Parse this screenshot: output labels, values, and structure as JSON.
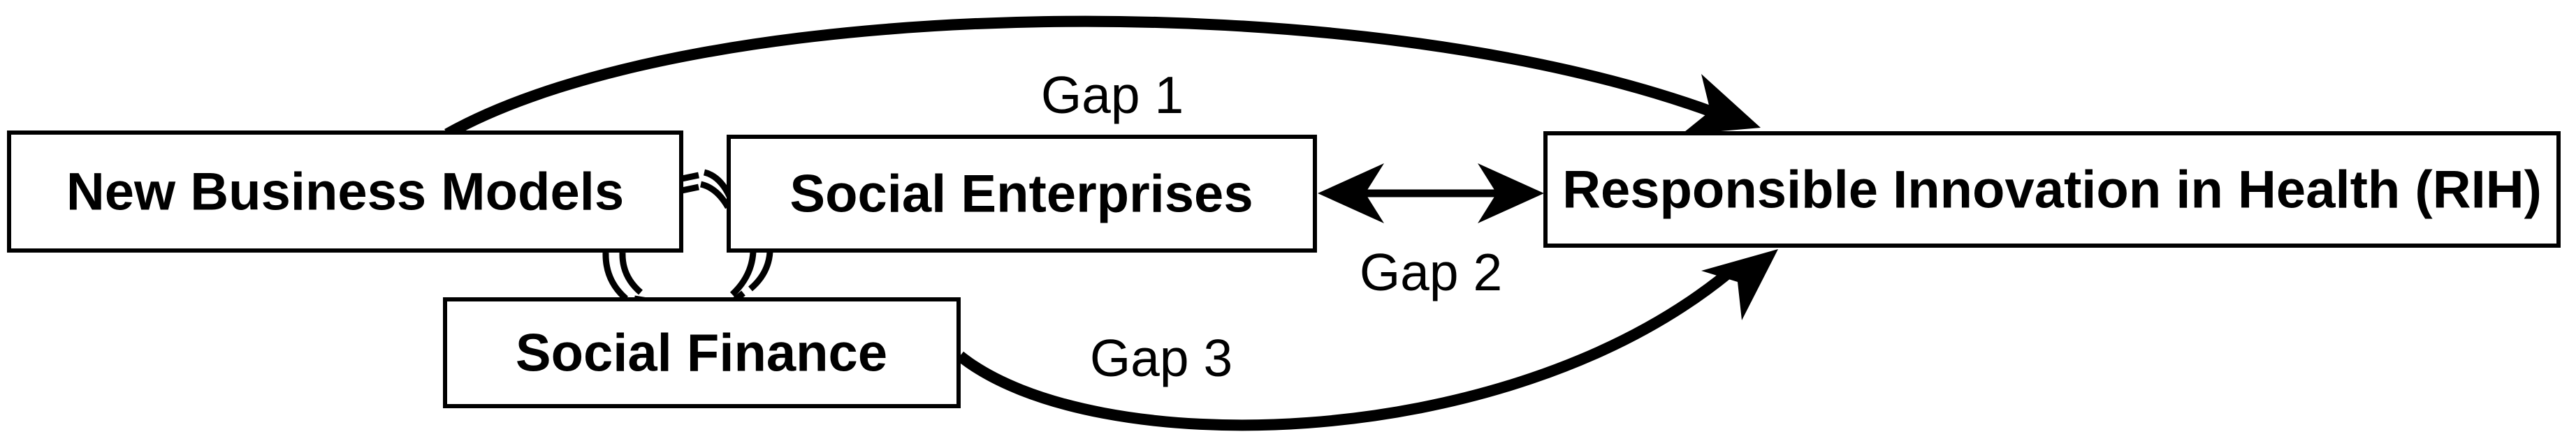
{
  "diagram": {
    "background": "#ffffff",
    "ink_color": "#000000",
    "boxes": [
      {
        "id": "new-business-models",
        "label": "New Business Models"
      },
      {
        "id": "social-enterprises",
        "label": "Social Enterprises"
      },
      {
        "id": "social-finance",
        "label": "Social Finance"
      },
      {
        "id": "responsible-innovation-in-health",
        "label": "Responsible Innovation in Health (RIH)"
      }
    ],
    "arrows": [
      {
        "id": "gap-1",
        "label": "Gap 1",
        "from": "New Business Models",
        "to": "Responsible Innovation in Health (RIH)",
        "style": "curved-single-head"
      },
      {
        "id": "gap-2",
        "label": "Gap 2",
        "from": "Social Enterprises",
        "to": "Responsible Innovation in Health (RIH)",
        "style": "straight-double-head"
      },
      {
        "id": "gap-3",
        "label": "Gap 3",
        "from": "Social Finance",
        "to": "Responsible Innovation in Health (RIH)",
        "style": "curved-single-head"
      }
    ],
    "loose_links": [
      {
        "between": [
          "New Business Models",
          "Social Enterprises"
        ],
        "style": "double-slash"
      },
      {
        "between": [
          "New Business Models",
          "Social Finance"
        ],
        "style": "double-slash"
      },
      {
        "between": [
          "Social Enterprises",
          "Social Finance"
        ],
        "style": "double-slash"
      }
    ]
  }
}
